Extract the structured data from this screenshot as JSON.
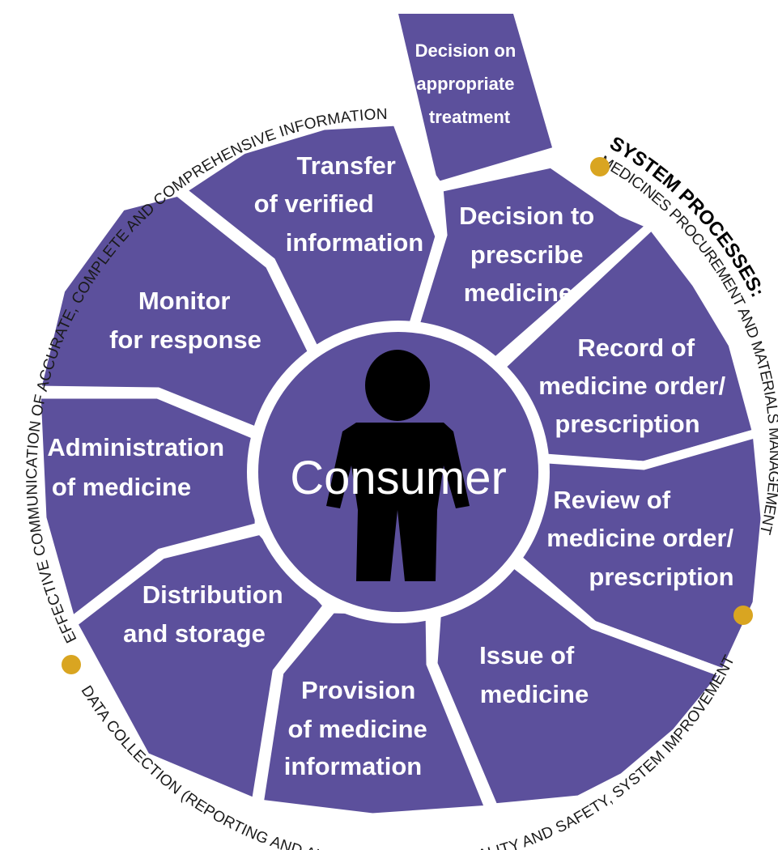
{
  "colors": {
    "segment": "#5c509c",
    "separator": "#ffffff",
    "dot": "#d9a521",
    "person": "#000000"
  },
  "center": {
    "label": "Consumer"
  },
  "top_box": {
    "lines": [
      "Decision on",
      "appropriate",
      "treatment"
    ]
  },
  "segments": [
    {
      "lines": [
        "Decision to",
        "prescribe",
        "medicine"
      ]
    },
    {
      "lines": [
        "Record of",
        "medicine order/",
        "prescription"
      ]
    },
    {
      "lines": [
        "Review of",
        "medicine order/",
        "prescription"
      ]
    },
    {
      "lines": [
        "Issue of",
        "medicine"
      ]
    },
    {
      "lines": [
        "Provision",
        "of medicine",
        "information"
      ]
    },
    {
      "lines": [
        "Distribution",
        "and storage"
      ]
    },
    {
      "lines": [
        "Administration",
        "of medicine"
      ]
    },
    {
      "lines": [
        "Monitor",
        "for response"
      ]
    },
    {
      "lines": [
        "Transfer",
        "of verified",
        "information"
      ]
    }
  ],
  "outer_text": {
    "left": "EFFECTIVE COMMUNICATION OF ACCURATE, COMPLETE AND COMPREHENSIVE INFORMATION",
    "right_bold": "SYSTEM PROCESSES:",
    "right": "MEDICINES PROCUREMENT AND MATERIALS MANAGEMENT",
    "bottom": "DATA COLLECTION (REPORTING AND AUDIT), REVIEW OF QUALITY AND SAFETY, SYSTEM IMPROVEMENT"
  },
  "icons": [
    "person-icon"
  ]
}
